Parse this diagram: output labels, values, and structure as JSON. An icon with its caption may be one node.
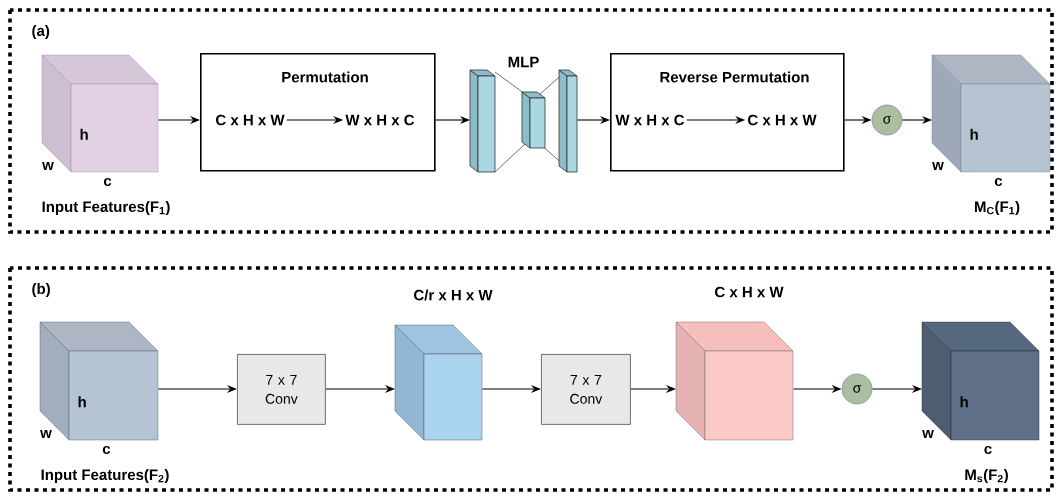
{
  "diagram": {
    "nodes": [
      {
        "text": [
          "(a)"
        ]
      },
      {
        "text": [
          "h"
        ],
        "beside": [
          "w",
          "c",
          "Input Features(F$_{1}$)"
        ],
        "in": 0
      },
      {
        "text": [
          "Permutation"
        ],
        "in": 0
      },
      {
        "text": [
          "C x H x W"
        ],
        "in": 2
      },
      {
        "text": [
          "W x H x C"
        ],
        "in": 2
      },
      {
        "text": [
          "MLP"
        ],
        "in": 0
      },
      {
        "text": [
          "Reverse Permutation"
        ],
        "in": 0
      },
      {
        "text": [
          "W x H x C"
        ],
        "in": 6
      },
      {
        "text": [
          "C x H x W"
        ],
        "in": 6
      },
      {
        "text": [
          "σ"
        ],
        "in": 0
      },
      {
        "text": [
          "h"
        ],
        "beside": [
          "w",
          "c",
          "M$_{C}$(F$_{1}$)"
        ],
        "in": 0
      },
      {
        "text": [
          "(b)"
        ]
      },
      {
        "text": [
          "h"
        ],
        "beside": [
          "w",
          "c",
          "Input Features(F$_{2}$)"
        ],
        "in": 11
      },
      {
        "text": [
          "7 x 7 Conv"
        ],
        "in": 11
      },
      {
        "text": [
          "C/r x H x W"
        ],
        "in": 11
      },
      {
        "text": [
          "7 x 7 Conv"
        ],
        "in": 11
      },
      {
        "text": [
          "C x H x W"
        ],
        "in": 11
      },
      {
        "text": [
          "σ"
        ],
        "in": 11
      },
      {
        "text": [
          "h"
        ],
        "beside": [
          "w",
          "c",
          "M$_{s}$(F$_{2}$)"
        ],
        "in": 11
      }
    ],
    "edges": [
      {
        "from": 1,
        "to": 2,
        "arrow": "to"
      },
      {
        "from": 3,
        "to": 4,
        "arrow": "to"
      },
      {
        "from": 2,
        "to": 5,
        "arrow": "to"
      },
      {
        "from": 5,
        "to": 6,
        "arrow": "to"
      },
      {
        "from": 7,
        "to": 8,
        "arrow": "to"
      },
      {
        "from": 6,
        "to": 9,
        "arrow": "to"
      },
      {
        "from": 9,
        "to": 10,
        "arrow": "to"
      },
      {
        "from": 12,
        "to": 13,
        "arrow": "to"
      },
      {
        "from": 13,
        "to": 14,
        "arrow": "to"
      },
      {
        "from": 14,
        "to": 15,
        "arrow": "to"
      },
      {
        "from": 15,
        "to": 16,
        "arrow": "to"
      },
      {
        "from": 16,
        "to": 17,
        "arrow": "to"
      },
      {
        "from": 17,
        "to": 18,
        "arrow": "to"
      }
    ]
  }
}
